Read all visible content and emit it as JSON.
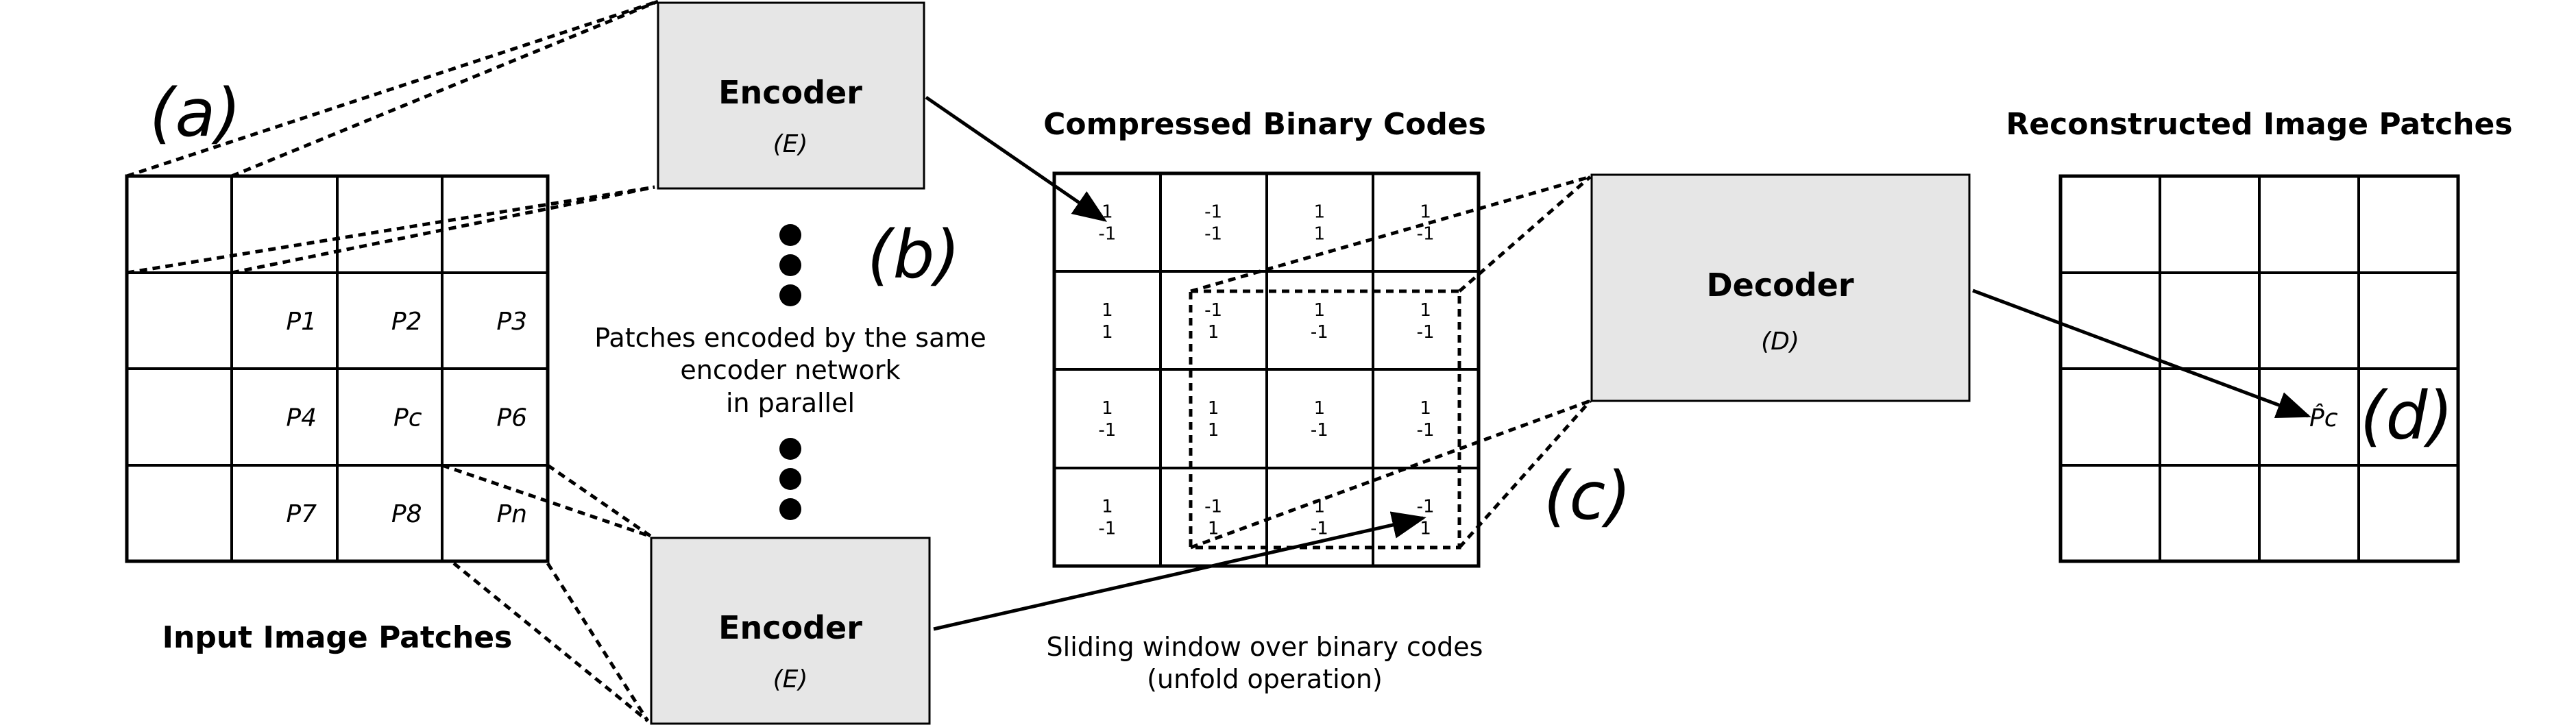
{
  "panel_labels": {
    "a": "(a)",
    "b": "(b)",
    "c": "(c)",
    "d": "(d)"
  },
  "input": {
    "title": "Input Image Patches",
    "rows": [
      [
        "",
        "",
        "",
        ""
      ],
      [
        "",
        "P1",
        "P2",
        "P3"
      ],
      [
        "",
        "P4",
        "Pc",
        "P6"
      ],
      [
        "",
        "P7",
        "P8",
        "Pn"
      ]
    ]
  },
  "encoder": {
    "name": "Encoder",
    "symbol": "(E)"
  },
  "parallel_note": {
    "lines": [
      "Patches encoded by the same",
      "encoder network",
      "in parallel"
    ]
  },
  "binary": {
    "title": "Compressed Binary Codes",
    "rows": [
      [
        [
          "1",
          "-1"
        ],
        [
          "-1",
          "-1"
        ],
        [
          "1",
          "1"
        ],
        [
          "1",
          "-1"
        ]
      ],
      [
        [
          "1",
          "1"
        ],
        [
          "-1",
          "1"
        ],
        [
          "1",
          "-1"
        ],
        [
          "1",
          "-1"
        ]
      ],
      [
        [
          "1",
          "-1"
        ],
        [
          "1",
          "1"
        ],
        [
          "1",
          "-1"
        ],
        [
          "1",
          "-1"
        ]
      ],
      [
        [
          "1",
          "-1"
        ],
        [
          "-1",
          "1"
        ],
        [
          "1",
          "-1"
        ],
        [
          "-1",
          "1"
        ]
      ]
    ]
  },
  "sliding_note": {
    "lines": [
      "Sliding window over binary codes",
      "(unfold operation)"
    ]
  },
  "decoder": {
    "name": "Decoder",
    "symbol": "(D)"
  },
  "reconstructed": {
    "title": "Reconstructed Image Patches",
    "patch_label": "P̂c"
  },
  "colors": {
    "box_fill": "#e6e6e6",
    "stroke": "#000000"
  }
}
